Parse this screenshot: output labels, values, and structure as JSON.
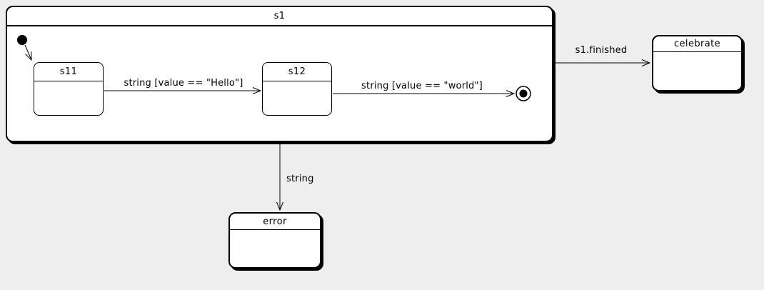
{
  "diagram": {
    "kind": "uml-state-machine"
  },
  "colors": {
    "background": "#eeeeee",
    "state_fill": "#ffffff",
    "stroke": "#000000",
    "shadow": "#000000"
  },
  "states": [
    {
      "label": "s1",
      "kind": "composite"
    },
    {
      "label": "s11",
      "kind": "simple",
      "parent": "s1"
    },
    {
      "label": "s12",
      "kind": "simple",
      "parent": "s1"
    },
    {
      "label": "celebrate",
      "kind": "simple"
    },
    {
      "label": "error",
      "kind": "simple"
    }
  ],
  "pseudostates": [
    {
      "kind": "initial",
      "icon": "initial-state-icon",
      "parent": "s1"
    },
    {
      "kind": "final",
      "icon": "final-state-icon",
      "parent": "s1"
    }
  ],
  "transitions": [
    {
      "from": "initial",
      "to": "s11",
      "label": ""
    },
    {
      "from": "s11",
      "to": "s12",
      "label": "string [value == \"Hello\"]"
    },
    {
      "from": "s12",
      "to": "final",
      "label": "string [value == \"world\"]"
    },
    {
      "from": "s1",
      "to": "celebrate",
      "label": "s1.finished"
    },
    {
      "from": "s1",
      "to": "error",
      "label": "string"
    }
  ]
}
